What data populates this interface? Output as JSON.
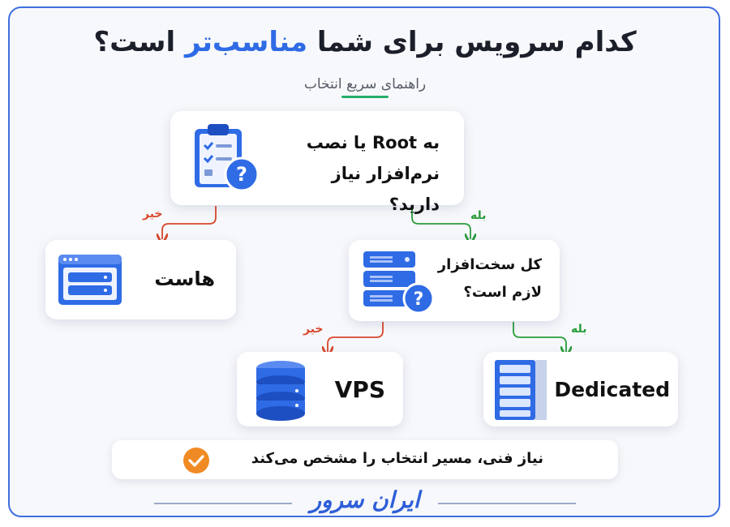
{
  "title": {
    "part1": "کدام سرویس برای شما ",
    "highlight": "مناسب‌تر",
    "part2": " است؟"
  },
  "subtitle": "راهنمای سریع انتخاب",
  "nodes": {
    "q1": "به Root یا نصب نرم‌افزار نیاز دارید؟",
    "host": "هاست",
    "q2": "کل سخت‌افزار لازم است؟",
    "vps": "VPS",
    "dedicated": "Dedicated"
  },
  "labels": {
    "no1": "خیر",
    "yes1": "بله",
    "no2": "خیر",
    "yes2": "بله"
  },
  "footer": "نیاز فنی، مسیر انتخاب را مشخص می‌کند",
  "logo": "ایران سرور",
  "colors": {
    "accent": "#2f6be5",
    "no": "#d9472b",
    "yes": "#2a9d3b",
    "check": "#f08a24"
  },
  "icons": [
    "clipboard-question-icon",
    "browser-window-icon",
    "server-question-icon",
    "database-icon",
    "server-rack-icon",
    "check-circle-icon"
  ]
}
